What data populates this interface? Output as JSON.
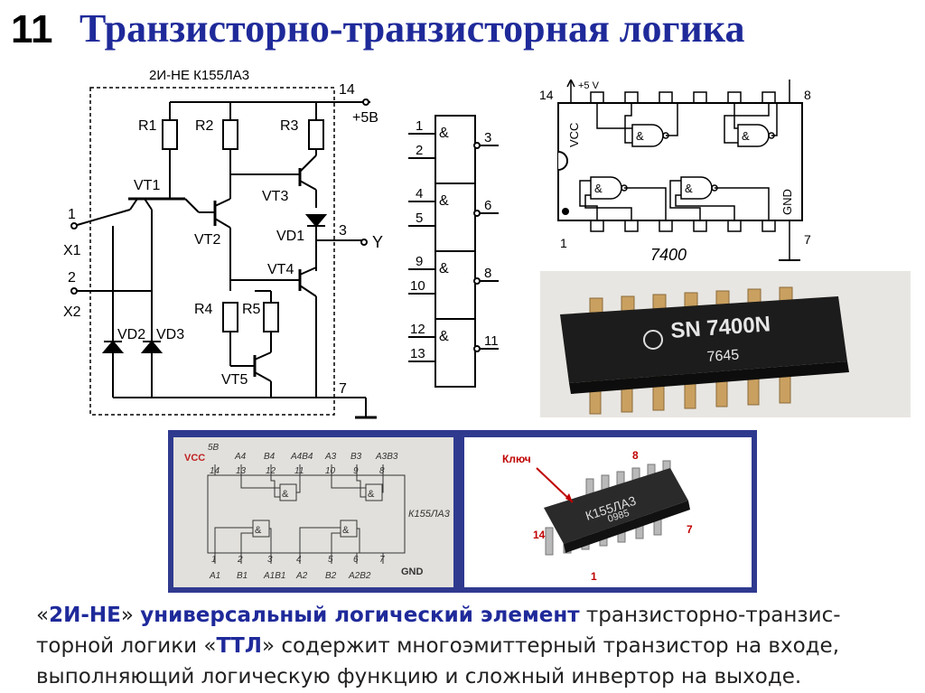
{
  "slide": {
    "number": "11",
    "title": "Транзисторно-транзисторная логика"
  },
  "schematic": {
    "title": "2И-НЕ  К155ЛА3",
    "r1": "R1",
    "r2": "R2",
    "r3": "R3",
    "r4": "R4",
    "r5": "R5",
    "vt1": "VT1",
    "vt2": "VT2",
    "vt3": "VT3",
    "vt4": "VT4",
    "vt5": "VT5",
    "vd1": "VD1",
    "vd2": "VD2",
    "vd3": "VD3",
    "pin14": "14",
    "plus5v": "+5В",
    "pin1": "1",
    "x1": "X1",
    "pin2": "2",
    "x2": "X2",
    "pin3": "3",
    "y": "Y",
    "pin7": "7"
  },
  "gates": {
    "symbol": "&",
    "rows": [
      {
        "in1": "1",
        "in2": "2",
        "out": "3"
      },
      {
        "in1": "4",
        "in2": "5",
        "out": "6"
      },
      {
        "in1": "9",
        "in2": "10",
        "out": "8"
      },
      {
        "in1": "12",
        "in2": "13",
        "out": "11"
      }
    ]
  },
  "pinout7400": {
    "pin14": "14",
    "v5": "+5 V",
    "pin8": "8",
    "vcc": "VCC",
    "gnd": "GND",
    "pin1": "1",
    "pin7": "7",
    "part": "7400",
    "amp": "&"
  },
  "chip_photo": {
    "marking": "SN 7400N",
    "code": "7645"
  },
  "k155": {
    "vcc": "VCC",
    "v5": "5B",
    "top_labels": [
      "A4",
      "B4",
      "A4B4",
      "A3",
      "B3",
      "A3B3"
    ],
    "top_pins": [
      "14",
      "13",
      "12",
      "11",
      "10",
      "9",
      "8"
    ],
    "part": "К155ЛА3",
    "bottom_pins": [
      "1",
      "2",
      "3",
      "4",
      "5",
      "6",
      "7"
    ],
    "bottom_labels": [
      "A1",
      "B1",
      "A1B1",
      "A2",
      "B2",
      "A2B2"
    ],
    "gnd": "GND",
    "amp": "&"
  },
  "k155_photo": {
    "key": "Ключ",
    "pin8": "8",
    "pin14": "14",
    "pin7": "7",
    "pin1": "1",
    "marking": "К155ЛА3",
    "code": "0985"
  },
  "caption": {
    "q1": "«",
    "t1": "2И-НЕ",
    "q2": "» ",
    "t2": "универсальный логический элемент",
    "t3": " транзисторно-транзис-торной логики «",
    "t4": "ТТЛ",
    "t5": "» содержит многоэмиттерный транзистор на входе, выполняющий логическую функцию и сложный инвертор на выходе."
  }
}
